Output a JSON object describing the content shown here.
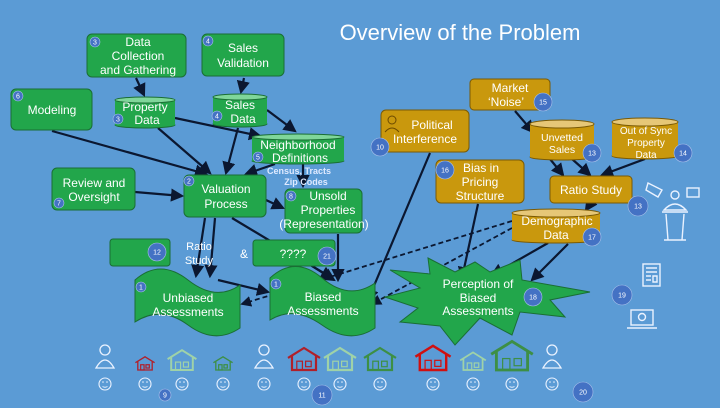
{
  "title": "Overview of the Problem",
  "nodes": {
    "data_collection": {
      "lines": [
        "Data",
        "Collection",
        "and Gathering"
      ],
      "badge": "3"
    },
    "sales_validation": {
      "lines": [
        "Sales",
        "Validation"
      ],
      "badge": "4"
    },
    "modeling": {
      "lines": [
        "Modeling"
      ],
      "badge": "6"
    },
    "property_data": {
      "lines": [
        "Property",
        "Data"
      ],
      "badge": "3"
    },
    "sales_data": {
      "lines": [
        "Sales",
        "Data"
      ],
      "badge": "4"
    },
    "neighborhood": {
      "lines": [
        "Neighborhood",
        "Definitions"
      ],
      "badge": "5",
      "note": [
        "Census, Tracts",
        "Zip Codes"
      ]
    },
    "review": {
      "lines": [
        "Review and",
        "Oversight"
      ],
      "badge": "7"
    },
    "valuation": {
      "lines": [
        "Valuation",
        "Process"
      ],
      "badge": "2"
    },
    "unsold": {
      "lines": [
        "Unsold",
        "Properties",
        "(Representation)"
      ],
      "badge": "8"
    },
    "ratio_study_green": {
      "lines": [
        "Ratio",
        "Study"
      ],
      "badge": "12"
    },
    "ampersand": "&",
    "unknown": {
      "lines": [
        "????"
      ],
      "badge": "21"
    },
    "unbiased": {
      "lines": [
        "Unbiased",
        "Assessments"
      ],
      "badge": "1"
    },
    "biased": {
      "lines": [
        "Biased",
        "Assessments"
      ],
      "badge": "1"
    },
    "perception": {
      "lines": [
        "Perception of",
        "Biased",
        "Assessments"
      ],
      "badge": "18"
    },
    "market_noise": {
      "lines": [
        "Market",
        "‘Noise’"
      ],
      "badge": "15"
    },
    "political": {
      "lines": [
        "Political",
        "Interference"
      ],
      "badge": "10"
    },
    "unvetted": {
      "lines": [
        "Unvetted",
        "Sales"
      ],
      "badge": "13"
    },
    "out_of_sync": {
      "lines": [
        "Out of Sync",
        "Property",
        "Data"
      ],
      "badge": "14"
    },
    "bias_pricing": {
      "lines": [
        "Bias in",
        "Pricing",
        "Structure"
      ],
      "badge": "16"
    },
    "ratio_study_gold": {
      "lines": [
        "Ratio Study"
      ],
      "badge": "13"
    },
    "demographic": {
      "lines": [
        "Demographic",
        "Data"
      ],
      "badge": "17"
    }
  },
  "badges": {
    "media": "19",
    "owners": "9",
    "homes": "11",
    "speaker": "20"
  },
  "colors": {
    "background": "#5b9bd5",
    "internal": "#22a64b",
    "external": "#c9980d",
    "badge": "#4472c4"
  }
}
